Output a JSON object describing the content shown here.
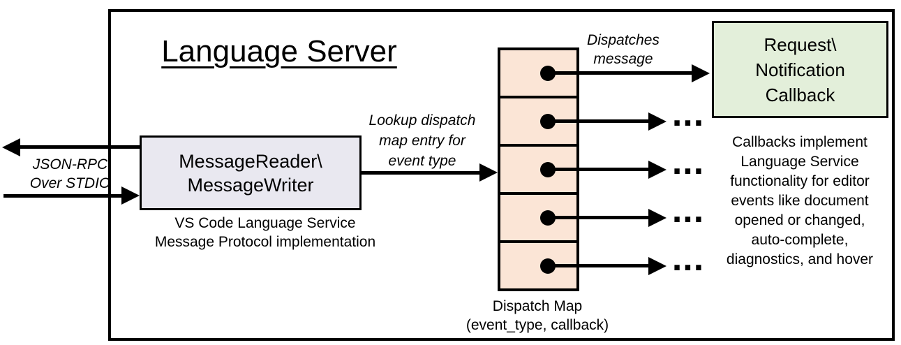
{
  "title": "Language Server",
  "io": {
    "label": "JSON-RPC\nOver STDIO"
  },
  "reader": {
    "label": "MessageReader\\\nMessageWriter",
    "caption": "VS Code Language Service\nMessage Protocol implementation"
  },
  "lookup_label": "Lookup dispatch\nmap entry for\nevent type",
  "dispatch": {
    "caption": "Dispatch Map\n(event_type, callback)",
    "row_count": 5
  },
  "dispatches_label": "Dispatches\nmessage",
  "callback": {
    "label": "Request\\\nNotification\nCallback",
    "note": "Callbacks implement\nLanguage Service\nfunctionality for editor\nevents like document\nopened or changed,\nauto-complete,\ndiagnostics, and hover"
  },
  "ellipsis": "...",
  "colors": {
    "reader_fill": "#E9E8F0",
    "dispatch_fill": "#FBE5D6",
    "callback_fill": "#E3EFDA",
    "line": "#000000"
  }
}
